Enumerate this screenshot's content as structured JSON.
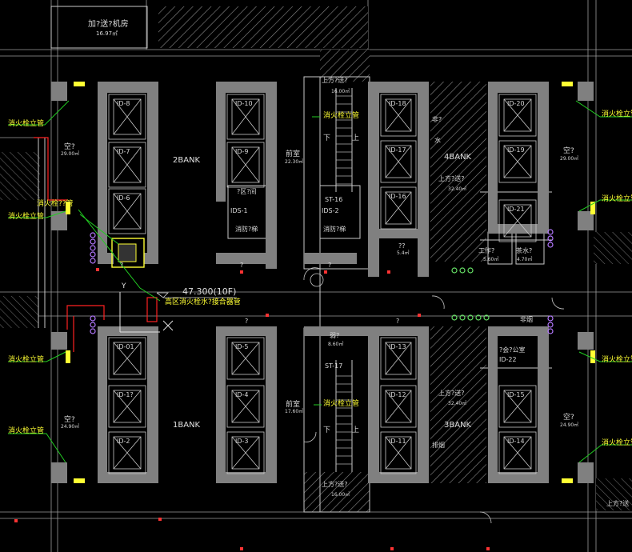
{
  "drawing": {
    "background_color": "#000000",
    "wall_color": "#808080",
    "line_color": "#c8c8c8",
    "label_color": "#d8d8d8",
    "leader_color": "#22cc22",
    "highlight_color": "#ffff33",
    "pipe_color": "#ff2222"
  },
  "top_room": {
    "name": "加?送?机房",
    "area": "16.97㎡"
  },
  "bank_labels": {
    "bank2": "2BANK",
    "bank4": "4BANK",
    "bank1": "1BANK",
    "bank3": "3BANK"
  },
  "elevators": {
    "b2_left": [
      "ID-8",
      "ID-7",
      "ID-6"
    ],
    "b2_right": [
      "ID-10",
      "ID-9"
    ],
    "b4_left": [
      "ID-18",
      "ID-17",
      "ID-16"
    ],
    "b4_right": [
      "ID-20",
      "ID-19",
      "ID-21"
    ],
    "b1_left": [
      "ID-01",
      "ID-1?",
      "ID-2"
    ],
    "b1_right": [
      "ID-5",
      "ID-4",
      "ID-3"
    ],
    "b3_left": [
      "ID-13",
      "ID-12",
      "ID-11"
    ],
    "b3_right": [
      "ID-15",
      "ID-14"
    ],
    "fire_lifts": [
      "IDS-1",
      "IDS-2"
    ]
  },
  "room_labels": {
    "vestibule_upper": "前室",
    "vestibule_upper_area": "22.30㎡",
    "vestibule_lower": "前室",
    "vestibule_lower_area": "17.60㎡",
    "void_left_upper": "空?",
    "void_left_upper_area": "29.00㎡",
    "void_right_upper": "空?",
    "void_right_upper_area": "29.00㎡",
    "void_left_lower": "空?",
    "void_left_lower_area": "24.90㎡",
    "void_right_lower": "空?",
    "void_right_lower_area": "24.90㎡",
    "fire_lift_1": "消防?梯",
    "fire_lift_2": "消防?梯",
    "zone_upper": "?区?间",
    "small_room": "??",
    "small_room_area": "5.4㎡",
    "duct_upper": "上方?送?",
    "duct_upper_area": "16.00㎡",
    "duct_mid_upper": "上方?送?",
    "duct_mid_upper_area": "32.40㎡",
    "duct_mid_lower": "上方?送?",
    "duct_mid_lower_area": "32.40㎡",
    "duct_lower": "上方?送?",
    "duct_lower_area": "16.00㎡",
    "duct_corner": "上方?送",
    "work_room": "工作?",
    "work_room_area": "5.60㎡",
    "tea_room": "茶水?",
    "tea_room_area": "4.70㎡",
    "shaft_upper": "非?",
    "shaft_mid": "水",
    "shaft_lower": "非烟",
    "shaft_bottom": "排烟",
    "weak_room": "弱?",
    "weak_room_area": "8.60㎡",
    "meeting": "?会?公室",
    "meeting_id": "ID-22",
    "stair_upper": "ST-16",
    "stair_lower": "ST-17",
    "up_upper": "上",
    "down_upper": "下",
    "up_lower": "上",
    "down_lower": "下",
    "q1": "?",
    "q2": "?",
    "q3": "?",
    "q4": "?",
    "q5": "?"
  },
  "level_mark": "47.300(10F)",
  "ucs_mark": "Y",
  "callouts": {
    "riser_tl": "消火栓立管",
    "riser_tr": "消火栓立管",
    "riser_ml": "消火栓立管",
    "riser_mr": "消火栓立管",
    "riser_ll": "消火栓立管",
    "riser_lr": "消火栓立管",
    "riser_bl": "消火栓立管",
    "riser_br": "消火栓立管",
    "riser_center_top": "消火栓立管",
    "riser_center_bottom": "消火栓立管",
    "riser_pipe": "消火栓??管",
    "high_zone": "高区消火栓水?接合器管"
  }
}
